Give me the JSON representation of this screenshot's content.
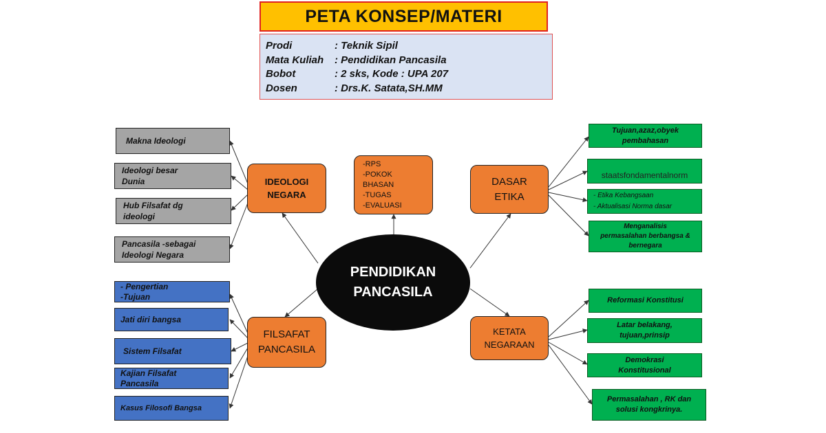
{
  "title": "PETA KONSEP/MATERI",
  "info": [
    {
      "key": "Prodi",
      "value": ": Teknik Sipil"
    },
    {
      "key": "Mata Kuliah",
      "value": " :  Pendidikan Pancasila"
    },
    {
      "key": "Bobot",
      "value": ": 2 sks, Kode : UPA 207"
    },
    {
      "key": "Dosen",
      "value": ": Drs.K. Satata,SH.MM"
    }
  ],
  "center": {
    "line1": "PENDIDIKAN",
    "line2": "PANCASILA"
  },
  "ideologi": {
    "line1": "IDEOLOGI",
    "line2": "NEGARA",
    "leaves": [
      {
        "line1": "Makna  Ideologi",
        "line2": ""
      },
      {
        "line1": "Ideologi  besar",
        "line2": "Dunia"
      },
      {
        "line1": "Hub Filsafat dg",
        "line2": "ideologi"
      },
      {
        "line1": "Pancasila -sebagai",
        "line2": "Ideologi  Negara"
      }
    ]
  },
  "rps": {
    "items": [
      "-RPS",
      "-POKOK",
      "BHASAN",
      "-TUGAS",
      "-EVALUASI"
    ]
  },
  "dasar": {
    "line1": "DASAR",
    "line2": "ETIKA",
    "leaves": [
      {
        "line1": "Tujuan,azaz,obyek",
        "line2": "pembahasan",
        "line3": ""
      },
      {
        "line1": "staatsfondamentalnorm",
        "line2": "",
        "line3": ""
      },
      {
        "line1": "-  Etika Kebangsaan",
        "line2": "-  Aktualisasi  Norma dasar",
        "line3": ""
      },
      {
        "line1": "Menganalisis",
        "line2": "permasalahan berbangsa &",
        "line3": "bernegara"
      }
    ]
  },
  "filsafat": {
    "line1": "FILSAFAT",
    "line2": "PANCASILA",
    "leaves": [
      {
        "line1": "- Pengertian",
        "line2": "-Tujuan"
      },
      {
        "line1": "Jati diri bangsa",
        "line2": ""
      },
      {
        "line1": "Sistem Filsafat",
        "line2": ""
      },
      {
        "line1": "Kajian  Filsafat",
        "line2": "Pancasila"
      },
      {
        "line1": "Kasus Filosofi  Bangsa",
        "line2": ""
      }
    ]
  },
  "ketata": {
    "line1": "KETATA",
    "line2": "NEGARAAN",
    "leaves": [
      {
        "line1": "Reformasi Konstitusi",
        "line2": ""
      },
      {
        "line1": "Latar belakang,",
        "line2": "tujuan,prinsip"
      },
      {
        "line1": "Demokrasi",
        "line2": "Konstitusional"
      },
      {
        "line1": "Permasalahan , RK dan",
        "line2": "solusi kongkrinya."
      }
    ]
  },
  "colors": {
    "title_bg": "#FFC000",
    "title_border": "#E02020",
    "info_bg": "#DAE3F3",
    "center": "#0B0B0B",
    "orange": "#ED7D31",
    "gray": "#A5A5A5",
    "blue": "#4472C4",
    "green": "#00B050",
    "line": "#333333"
  }
}
